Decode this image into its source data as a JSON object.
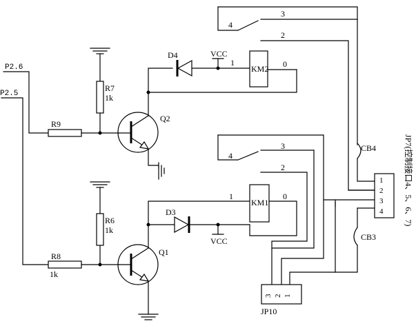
{
  "signals": {
    "p26": "P2.6",
    "p25": "P2.5",
    "vcc": "VCC"
  },
  "resistors": {
    "r7": {
      "name": "R7",
      "value": "1k"
    },
    "r6": {
      "name": "R6",
      "value": "1k"
    },
    "r9": {
      "name": "R9"
    },
    "r8": {
      "name": "R8",
      "value": "1k"
    }
  },
  "transistors": {
    "q2": "Q2",
    "q1": "Q1"
  },
  "diodes": {
    "d4": "D4",
    "d3": "D3"
  },
  "relays": {
    "km2": {
      "name": "KM2",
      "pin1": "1",
      "pin0": "0"
    },
    "km1": {
      "name": "KM1",
      "pin1": "1",
      "pin0": "0"
    }
  },
  "switch_top": {
    "p4": "4",
    "p3": "3",
    "p2": "2"
  },
  "switch_mid": {
    "p4": "4",
    "p3": "3",
    "p2": "2"
  },
  "capacitors": {
    "cb4": "CB4",
    "cb3": "CB3"
  },
  "connector_jp7": {
    "pins": [
      "1",
      "2",
      "3",
      "4"
    ],
    "label": "JP7(控制接口4、5、6、7)"
  },
  "connector_jp10": {
    "pins": [
      "3",
      "2",
      "1"
    ],
    "label": "JP10"
  }
}
